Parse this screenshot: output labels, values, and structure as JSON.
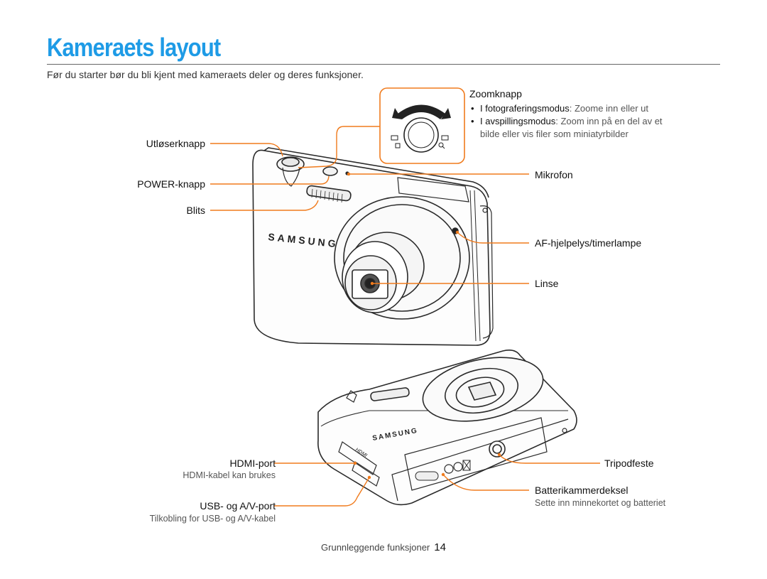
{
  "header": {
    "title": "Kameraets layout",
    "intro": "Før du starter bør du bli kjent med kameraets deler og deres funksjoner."
  },
  "zoom": {
    "title": "Zoomknapp",
    "items": [
      {
        "mode": "I fotograferingsmodus",
        "desc": ": Zoome inn eller ut"
      },
      {
        "mode": "I avspillingsmodus",
        "desc": ": Zoom inn på en del av et",
        "cont": "bilde eller vis filer som miniatyrbilder"
      }
    ]
  },
  "labels": {
    "shutter": "Utløserknapp",
    "power": "POWER-knapp",
    "flash": "Blits",
    "microphone": "Mikrofon",
    "af_lamp": "AF-hjelpelys/timerlampe",
    "lens": "Linse",
    "hdmi": "HDMI-port",
    "hdmi_sub": "HDMI-kabel kan brukes",
    "usb": "USB- og A/V-port",
    "usb_sub": "Tilkobling for USB- og A/V-kabel",
    "tripod": "Tripodfeste",
    "battery": "Batterikammerdeksel",
    "battery_sub": "Sette inn minnekortet og batteriet"
  },
  "camera": {
    "brand_front": "SAMSUNG",
    "brand_bottom": "SAMSUNG",
    "hdmi_mark": "HDMI"
  },
  "footer": {
    "section": "Grunnleggende funksjoner",
    "page": "14"
  },
  "colors": {
    "title": "#1e9be6",
    "callout": "#f07b1d"
  }
}
